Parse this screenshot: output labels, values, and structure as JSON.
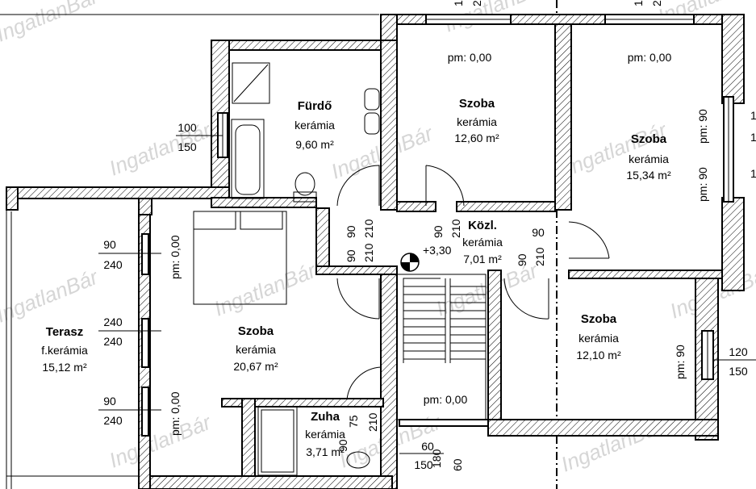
{
  "watermark": "IngatlanBár",
  "rooms": [
    {
      "id": "furdo",
      "name": "Fürdő",
      "floor": "kerámia",
      "area": "9,60 m²"
    },
    {
      "id": "szoba-north-1",
      "name": "Szoba",
      "floor": "kerámia",
      "area": "12,60 m²"
    },
    {
      "id": "szoba-north-2",
      "name": "Szoba",
      "floor": "kerámia",
      "area": "15,34 m²"
    },
    {
      "id": "kozl",
      "name": "Közl.",
      "floor": "kerámia",
      "area": "7,01 m²"
    },
    {
      "id": "szoba-east",
      "name": "Szoba",
      "floor": "kerámia",
      "area": "12,10 m²"
    },
    {
      "id": "terasz",
      "name": "Terasz",
      "floor": "f.kerámia",
      "area": "15,12 m²"
    },
    {
      "id": "szoba-west",
      "name": "Szoba",
      "floor": "kerámia",
      "area": "20,67 m²"
    },
    {
      "id": "zuha",
      "name": "Zuha",
      "floor": "kerámia",
      "area": "3,71 m²"
    }
  ],
  "pm_labels": {
    "north1": "pm: 0,00",
    "north2": "pm: 0,00",
    "stair": "pm: 0,00",
    "west1": "pm: 0,00",
    "west2": "pm: 0,00",
    "east1": "pm: 90",
    "east2": "pm: 90",
    "east3": "pm: 90"
  },
  "level_mark": "+3,30",
  "openings": [
    {
      "id": "win-furdo",
      "top": "100",
      "bottom": "150"
    },
    {
      "id": "door-terasz-1",
      "top": "90",
      "bottom": "240"
    },
    {
      "id": "door-terasz-2",
      "top": "240",
      "bottom": "240"
    },
    {
      "id": "door-terasz-3",
      "top": "90",
      "bottom": "240"
    },
    {
      "id": "win-east",
      "top": "120",
      "bottom": "150"
    },
    {
      "id": "win-small",
      "top": "60",
      "bottom": "150"
    }
  ],
  "door_dims": {
    "d1a": "90",
    "d1b": "210",
    "d2a": "90",
    "d2b": "210",
    "d3a": "90",
    "d3b": "210",
    "d4a": "90",
    "d4b": "210",
    "d5a": "90",
    "d5b": "210",
    "zuha_a": "75",
    "zuha_b": "210",
    "zuha_c": "90",
    "stair_a": "180",
    "stair_b": "60"
  },
  "edge_marks": {
    "top1a": "1",
    "top1b": "2",
    "top2a": "1",
    "top2b": "2",
    "right1": "1",
    "right2": "1",
    "right3": "1"
  }
}
